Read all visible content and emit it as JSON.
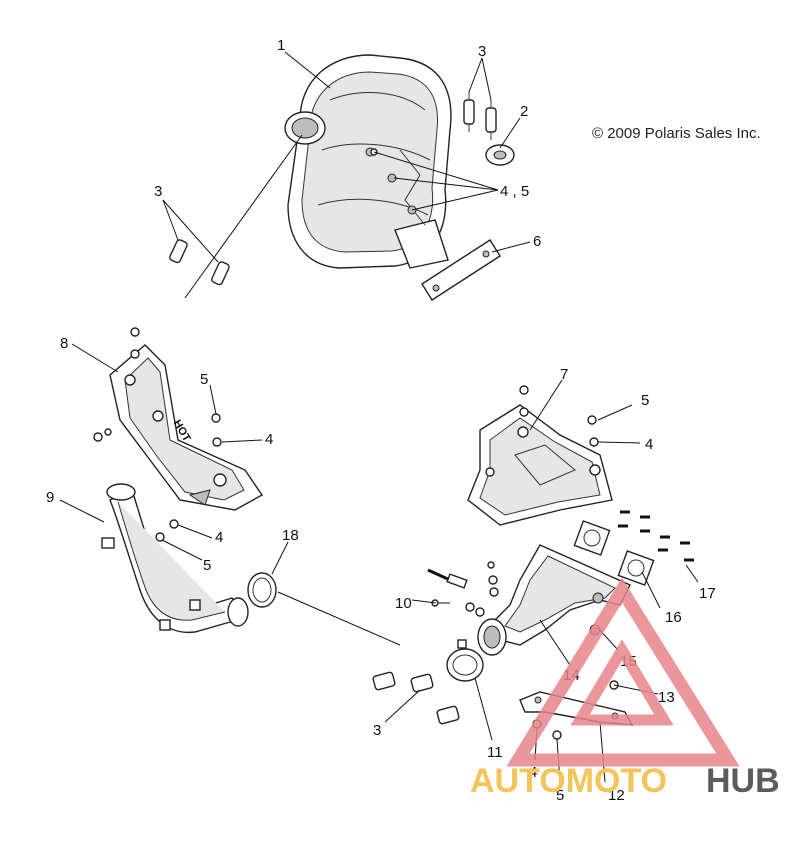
{
  "copyright": "© 2009 Polaris Sales Inc.",
  "callouts": {
    "c1": "1",
    "c2": "2",
    "c3a": "3",
    "c3b": "3",
    "c3c": "3",
    "c45": "4 , 5",
    "c6": "6",
    "c7": "7",
    "c8": "8",
    "c9": "9",
    "c5a": "5",
    "c4a": "4",
    "c4b": "4",
    "c5b": "5",
    "c5c": "5",
    "c4c": "4",
    "c10": "10",
    "c11": "11",
    "c12": "12",
    "c13": "13",
    "c14": "14",
    "c15": "15",
    "c16": "16",
    "c17": "17",
    "c18": "18",
    "c4d": "4",
    "c5d": "5"
  },
  "heat_shield_stamp": "HOT",
  "watermark": {
    "part_a": "AUTOMOTO",
    "part_b": "HUB",
    "colors": {
      "triangle": "#e8848a",
      "text_a": "#f3c45a",
      "text_b": "#5b5b5b"
    }
  }
}
